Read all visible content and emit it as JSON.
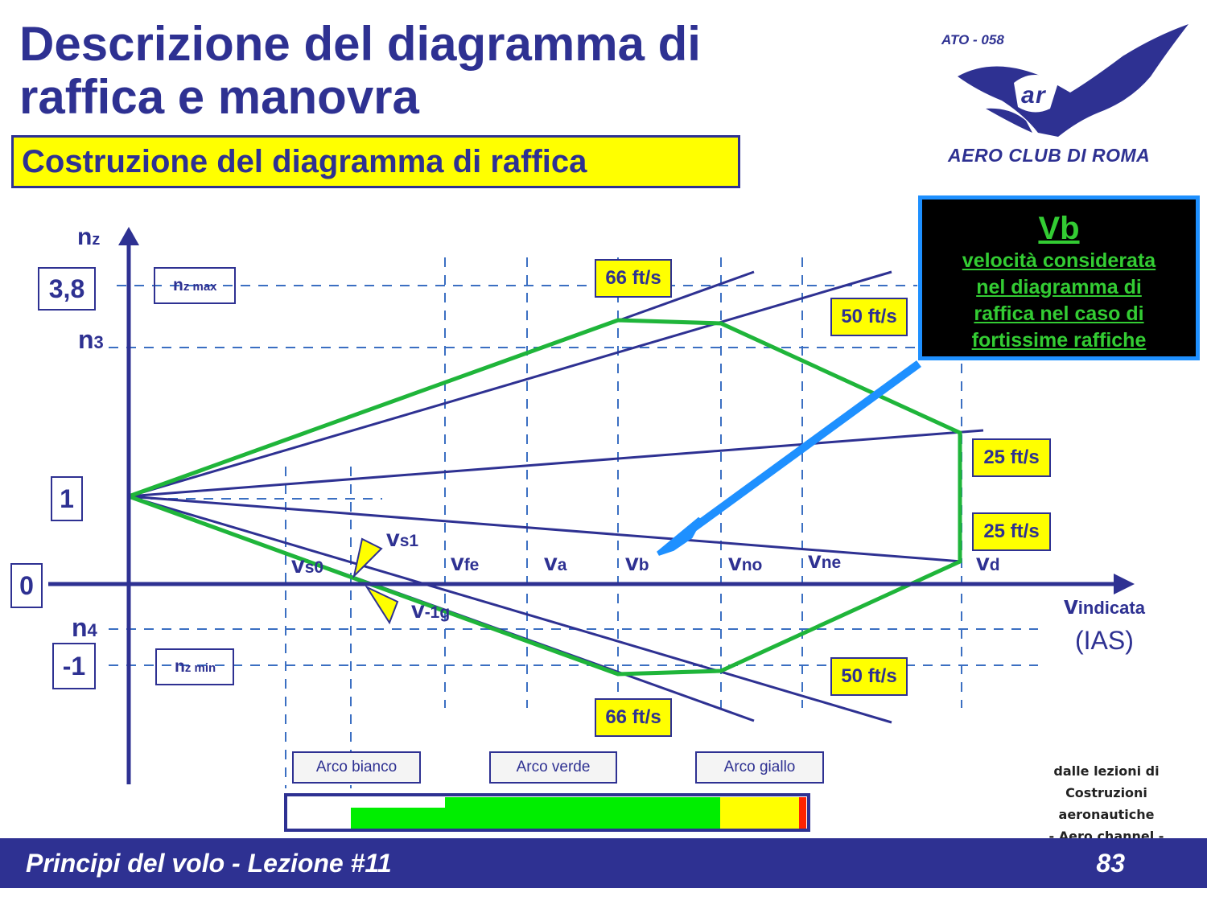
{
  "slide": {
    "title_line1": "Descrizione del diagramma di",
    "title_line2": "raffica e manovra",
    "subtitle": "Costruzione del diagramma di raffica",
    "slide_number": "83",
    "footer": "Principi del volo - Lezione #11"
  },
  "logo": {
    "ato": "ATO - 058",
    "club": "AERO CLUB DI ROMA"
  },
  "callout": {
    "title": "Vb",
    "text_lines": [
      "velocità considerata",
      "nel diagramma di",
      "raffica nel caso di",
      "fortissime raffiche"
    ]
  },
  "axes": {
    "y_label": "n",
    "y_sub": "z",
    "x_label": "v",
    "x_sub": "indicata",
    "x_unit": "(IAS)"
  },
  "y_ticks": {
    "n38": "3,8",
    "one": "1",
    "zero": "0",
    "minus_one": "-1",
    "n3": "n",
    "n3_sub": "3",
    "n4": "n",
    "n4_sub": "4"
  },
  "limits": {
    "nzmax": "n",
    "nzmax_sub": "z max",
    "nzmin": "n",
    "nzmin_sub": "z min"
  },
  "speeds": [
    {
      "v": "v",
      "sub": "s0"
    },
    {
      "v": "v",
      "sub": "s1"
    },
    {
      "v": "v",
      "sub": "-1g"
    },
    {
      "v": "v",
      "sub": "fe"
    },
    {
      "v": "v",
      "sub": "a"
    },
    {
      "v": "v",
      "sub": "b"
    },
    {
      "v": "v",
      "sub": "no"
    },
    {
      "v": "v",
      "sub": "ne"
    },
    {
      "v": "v",
      "sub": "d"
    }
  ],
  "gust_labels": {
    "g66_top": "66 ft/s",
    "g50_top": "50 ft/s",
    "g25_top": "25 ft/s",
    "g25_bottom": "25 ft/s",
    "g50_bottom": "50 ft/s",
    "g66_bottom": "66 ft/s"
  },
  "arcs": {
    "white": "Arco bianco",
    "green": "Arco verde",
    "yellow": "Arco giallo"
  },
  "credits": {
    "line1": "dalle lezioni di",
    "line2": "Costruzioni aeronautiche",
    "line3": "- Aero channel -"
  },
  "colors": {
    "primary_blue": "#2e3192",
    "envelope_green": "#1fb53a",
    "highlight_yellow": "#ffff00",
    "callout_border": "#1e90ff",
    "arc_green": "#00ee00",
    "arc_red": "#ff2200"
  }
}
